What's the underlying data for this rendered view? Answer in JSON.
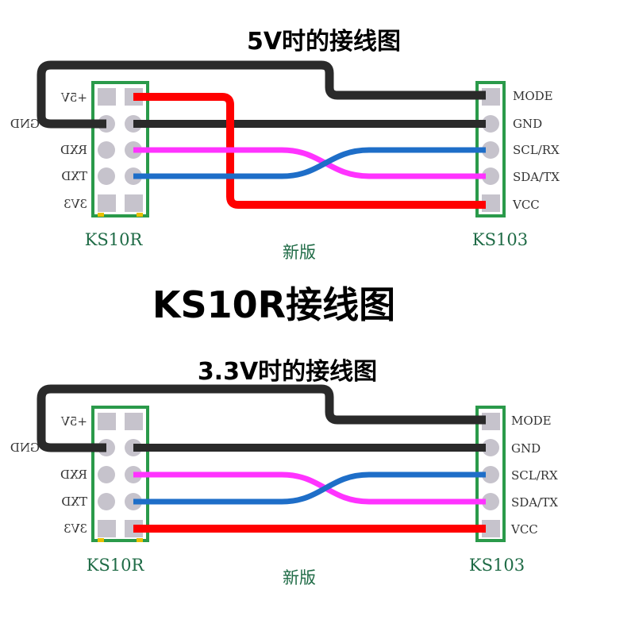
{
  "main_title": "KS10R接线图",
  "colors": {
    "black_wire": "#2a2a2a",
    "red_wire": "#ff0000",
    "magenta_wire": "#ff33ff",
    "blue_wire": "#1e6ec8",
    "board_green": "#2a9a4a",
    "pad_gray": "#c6c3cc",
    "label_green": "#1f6b46"
  },
  "diagrams": [
    {
      "title": "5V时的接线图",
      "version_label": "新版",
      "ks10r": {
        "name": "KS10R",
        "pins": [
          "+5V",
          "GND",
          "RXD",
          "TXD",
          "3V3"
        ]
      },
      "ks103": {
        "name": "KS103",
        "pins": [
          "MODE",
          "GND",
          "SCL/RX",
          "SDA/TX",
          "VCC"
        ]
      }
    },
    {
      "title": "3.3V时的接线图",
      "version_label": "新版",
      "ks10r": {
        "name": "KS10R",
        "pins": [
          "+5V",
          "GND",
          "RXD",
          "TXD",
          "3V3"
        ]
      },
      "ks103": {
        "name": "KS103",
        "pins": [
          "MODE",
          "GND",
          "SCL/RX",
          "SDA/TX",
          "VCC"
        ]
      }
    }
  ]
}
